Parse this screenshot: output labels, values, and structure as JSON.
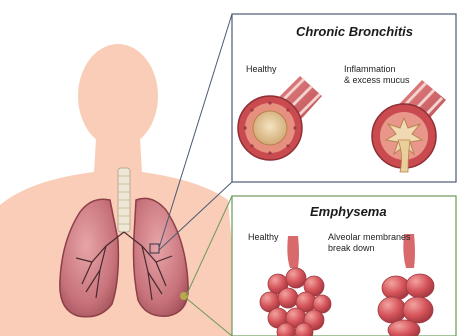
{
  "bronchitis": {
    "title": "Chronic Bronchitis",
    "healthy_label": "Healthy",
    "inflamed_label_line1": "Inflammation",
    "inflamed_label_line2": "& excess mucus"
  },
  "emphysema": {
    "title": "Emphysema",
    "healthy_label": "Healthy",
    "damaged_label_line1": "Alveolar membranes",
    "damaged_label_line2": "break down"
  },
  "colors": {
    "skin": "#f9cdb8",
    "panel_border": "#4b5a72",
    "lung": "#c7727a",
    "airway_wall": "#c94b4f",
    "mucus": "#e6c79c",
    "alveoli": "#d5545a"
  }
}
